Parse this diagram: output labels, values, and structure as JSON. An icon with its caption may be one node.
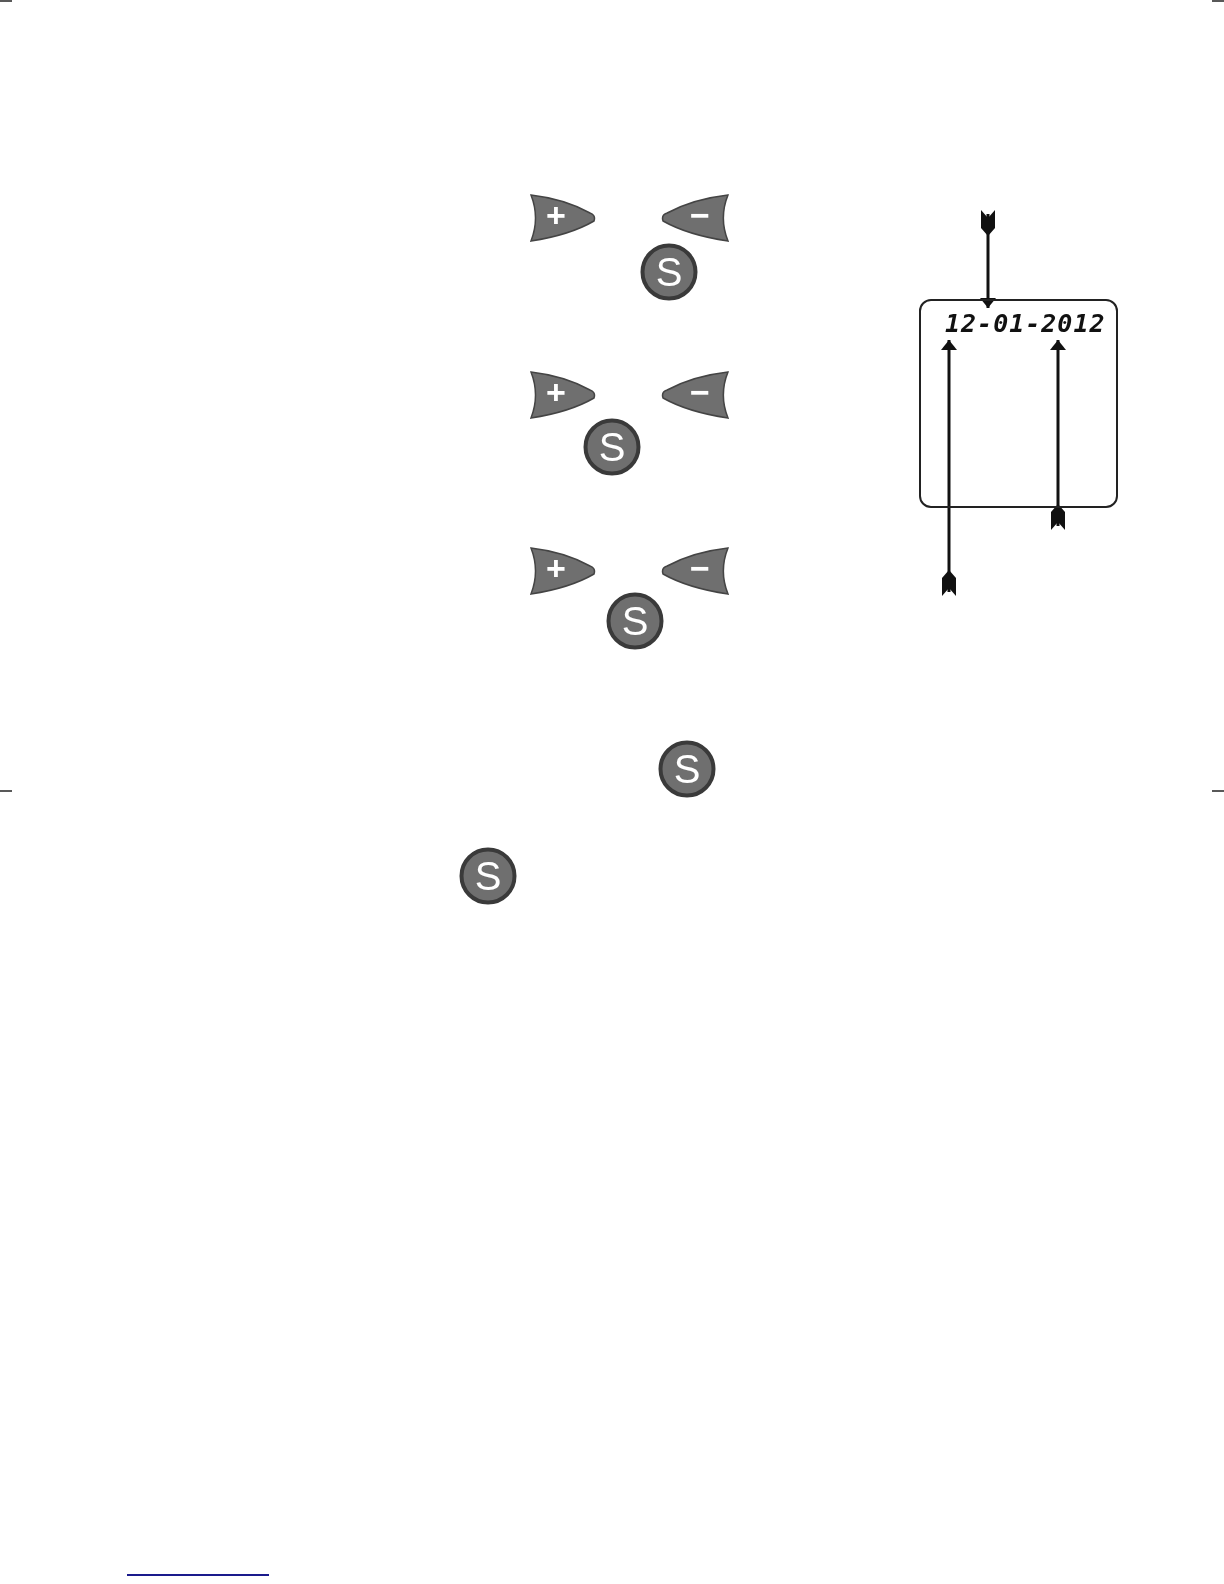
{
  "diagram": {
    "nodes": [
      {
        "text": [
          "+"
        ]
      },
      {
        "text": [
          "−"
        ]
      },
      {
        "text": [
          "S"
        ]
      },
      {
        "text": [
          "12-01-2012"
        ]
      },
      {
        "text": [
          "+"
        ]
      },
      {
        "text": [
          "−"
        ]
      },
      {
        "text": [
          "S"
        ]
      },
      {
        "text": [
          "+"
        ]
      },
      {
        "text": [
          "−"
        ]
      },
      {
        "text": [
          "S"
        ]
      },
      {
        "text": [
          "S"
        ]
      },
      {
        "text": [
          "S"
        ]
      }
    ],
    "edges": [
      {
        "from": null,
        "to": 3,
        "arrow": "to"
      },
      {
        "from": null,
        "to": 3,
        "arrow": "to"
      },
      {
        "from": null,
        "to": 3,
        "arrow": "to"
      }
    ]
  }
}
